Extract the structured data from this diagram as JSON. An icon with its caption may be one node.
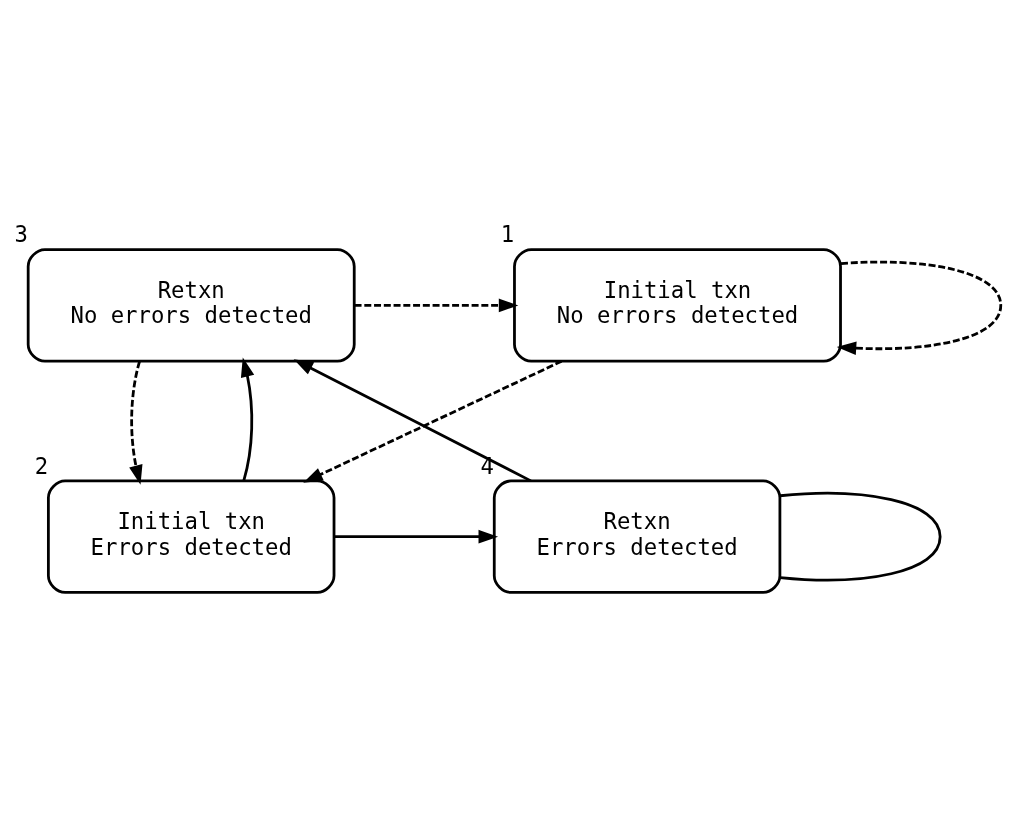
{
  "diagram": {
    "nodes": [
      {
        "text": [
          "Initial txn",
          "No errors detected"
        ],
        "beside": [
          "1"
        ]
      },
      {
        "text": [
          "Initial txn",
          "Errors detected"
        ],
        "beside": [
          "2"
        ]
      },
      {
        "text": [
          "Retxn",
          "No errors detected"
        ],
        "beside": [
          "3"
        ]
      },
      {
        "text": [
          "Retxn",
          "Errors detected"
        ],
        "beside": [
          "4"
        ]
      }
    ],
    "edges": [
      {
        "from": 0,
        "to": 0,
        "arrow": "to",
        "style": "dashed"
      },
      {
        "from": 0,
        "to": 1,
        "arrow": "to",
        "style": "dashed"
      },
      {
        "from": 2,
        "to": 0,
        "arrow": "to",
        "style": "dashed"
      },
      {
        "from": 2,
        "to": 1,
        "arrow": "to",
        "style": "dashed"
      },
      {
        "from": 1,
        "to": 2,
        "arrow": "to"
      },
      {
        "from": 1,
        "to": 3,
        "arrow": "to"
      },
      {
        "from": 3,
        "to": 2,
        "arrow": "to"
      },
      {
        "from": 3,
        "to": 3,
        "arrow": "none"
      }
    ]
  }
}
